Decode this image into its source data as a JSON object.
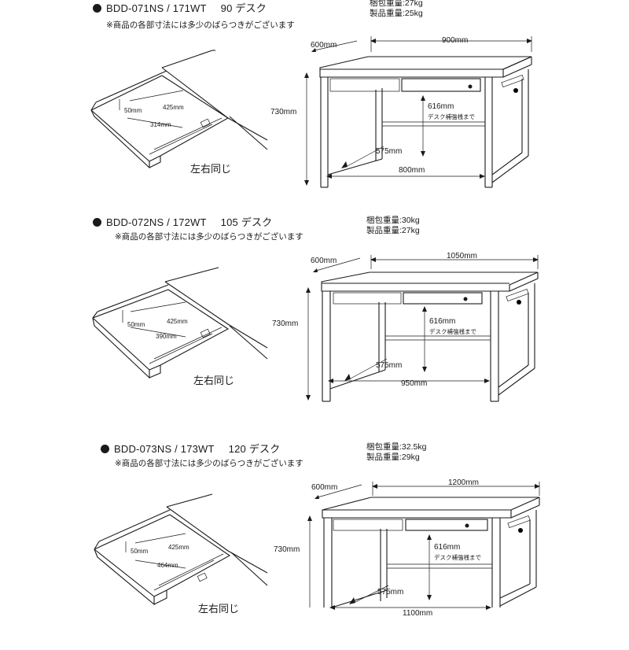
{
  "sections": [
    {
      "model": "BDD-071NS / 171WT",
      "title": "90 デスク",
      "note": "※商品の各部寸法には多少のばらつきがございます",
      "weights": [
        "梱包重量:27kg",
        "製品重量:25kg"
      ],
      "drawer": {
        "depth": "425mm",
        "height": "50mm",
        "width": "314mm",
        "same_label": "左右同じ"
      },
      "desk": {
        "depth": "600mm",
        "width": "900mm",
        "height": "730mm",
        "under": "616mm",
        "under_note": "デスク補強桟まで",
        "leg_depth": "575mm",
        "inner_width": "800mm"
      }
    },
    {
      "model": "BDD-072NS / 172WT",
      "title": "105 デスク",
      "note": "※商品の各部寸法には多少のばらつきがございます",
      "weights": [
        "梱包重量:30kg",
        "製品重量:27kg"
      ],
      "drawer": {
        "depth": "425mm",
        "height": "50mm",
        "width": "390mm",
        "same_label": "左右同じ"
      },
      "desk": {
        "depth": "600mm",
        "width": "1050mm",
        "height": "730mm",
        "under": "616mm",
        "under_note": "デスク補強桟まで",
        "leg_depth": "575mm",
        "inner_width": "950mm"
      }
    },
    {
      "model": "BDD-073NS / 173WT",
      "title": "120 デスク",
      "note": "※商品の各部寸法には多少のばらつきがございます",
      "weights": [
        "梱包重量:32.5kg",
        "製品重量:29kg"
      ],
      "drawer": {
        "depth": "425mm",
        "height": "50mm",
        "width": "464mm",
        "same_label": "左右同じ"
      },
      "desk": {
        "depth": "600mm",
        "width": "1200mm",
        "height": "730mm",
        "under": "616mm",
        "under_note": "デスク補強桟まで",
        "leg_depth": "575mm",
        "inner_width": "1100mm"
      }
    }
  ]
}
